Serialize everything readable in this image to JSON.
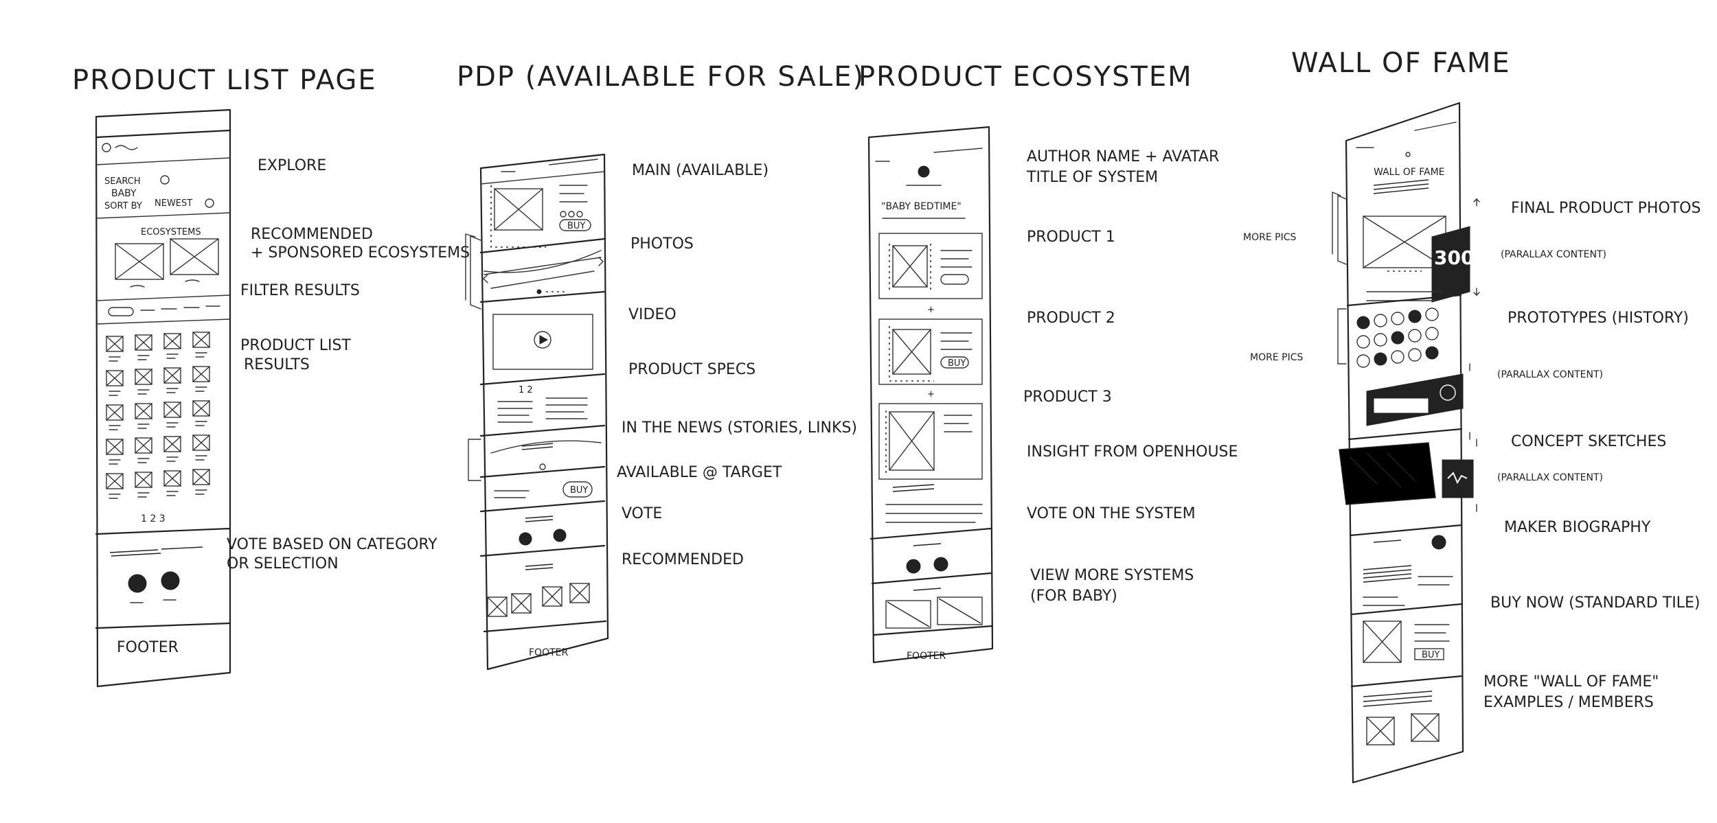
{
  "columns": [
    {
      "title": "PRODUCT LIST PAGE",
      "annotations": [
        "EXPLORE",
        "RECOMMENDED",
        "+ SPONSORED ECOSYSTEMS",
        "FILTER RESULTS",
        "PRODUCT LIST",
        "RESULTS",
        "VOTE BASED ON CATEGORY",
        "OR SELECTION"
      ],
      "frame_text": {
        "search": "SEARCH",
        "baby": "BABY",
        "sort_by": "SORT BY",
        "newest": "NEWEST",
        "ecosystems": "ECOSYSTEMS",
        "pagination": "1 2 3",
        "footer": "FOOTER"
      }
    },
    {
      "title": "PDP (AVAILABLE FOR SALE)",
      "annotations": [
        "MAIN (AVAILABLE)",
        "PHOTOS",
        "VIDEO",
        "PRODUCT SPECS",
        "IN THE NEWS (STORIES, LINKS)",
        "AVAILABLE @ TARGET",
        "VOTE",
        "RECOMMENDED"
      ],
      "frame_text": {
        "buy_1": "BUY",
        "buy_2": "BUY",
        "specs_nums": "1  2",
        "footer": "FOOTER"
      }
    },
    {
      "title": "PRODUCT ECOSYSTEM",
      "annotations": [
        "AUTHOR NAME + AVATAR",
        "TITLE OF SYSTEM",
        "PRODUCT 1",
        "PRODUCT 2",
        "PRODUCT 3",
        "INSIGHT FROM OPENHOUSE",
        "VOTE ON THE SYSTEM",
        "VIEW MORE SYSTEMS",
        "(FOR BABY)"
      ],
      "frame_text": {
        "system_title": "\"BABY BEDTIME\"",
        "buy": "BUY",
        "plus_1": "+",
        "plus_2": "+",
        "footer": "FOOTER"
      }
    },
    {
      "title": "WALL OF FAME",
      "annotations": [
        "FINAL PRODUCT PHOTOS",
        "(PARALLAX CONTENT)",
        "PROTOTYPES (HISTORY)",
        "(PARALLAX CONTENT)",
        "CONCEPT SKETCHES",
        "(PARALLAX CONTENT)",
        "MAKER BIOGRAPHY",
        "BUY NOW (STANDARD TILE)",
        "MORE \"WALL OF FAME\"",
        "EXAMPLES / MEMBERS"
      ],
      "side_notes": [
        "MORE PICS",
        "MORE PICS"
      ],
      "frame_text": {
        "header": "WALL OF FAME",
        "badge": "300",
        "buy": "BUY"
      }
    }
  ]
}
